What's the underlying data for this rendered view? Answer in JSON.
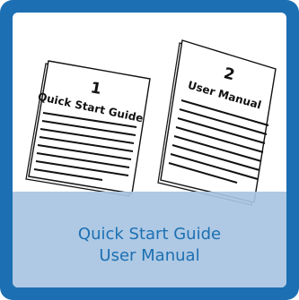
{
  "brand_color": "#1c6fb2",
  "caption_band_color": "#a8c4e2",
  "documents": [
    {
      "number": "1",
      "title": "Quick Start Guide",
      "icon": "document-icon"
    },
    {
      "number": "2",
      "title": "User Manual",
      "icon": "document-icon"
    }
  ],
  "caption": {
    "line1": "Quick Start Guide",
    "line2": "User Manual"
  }
}
